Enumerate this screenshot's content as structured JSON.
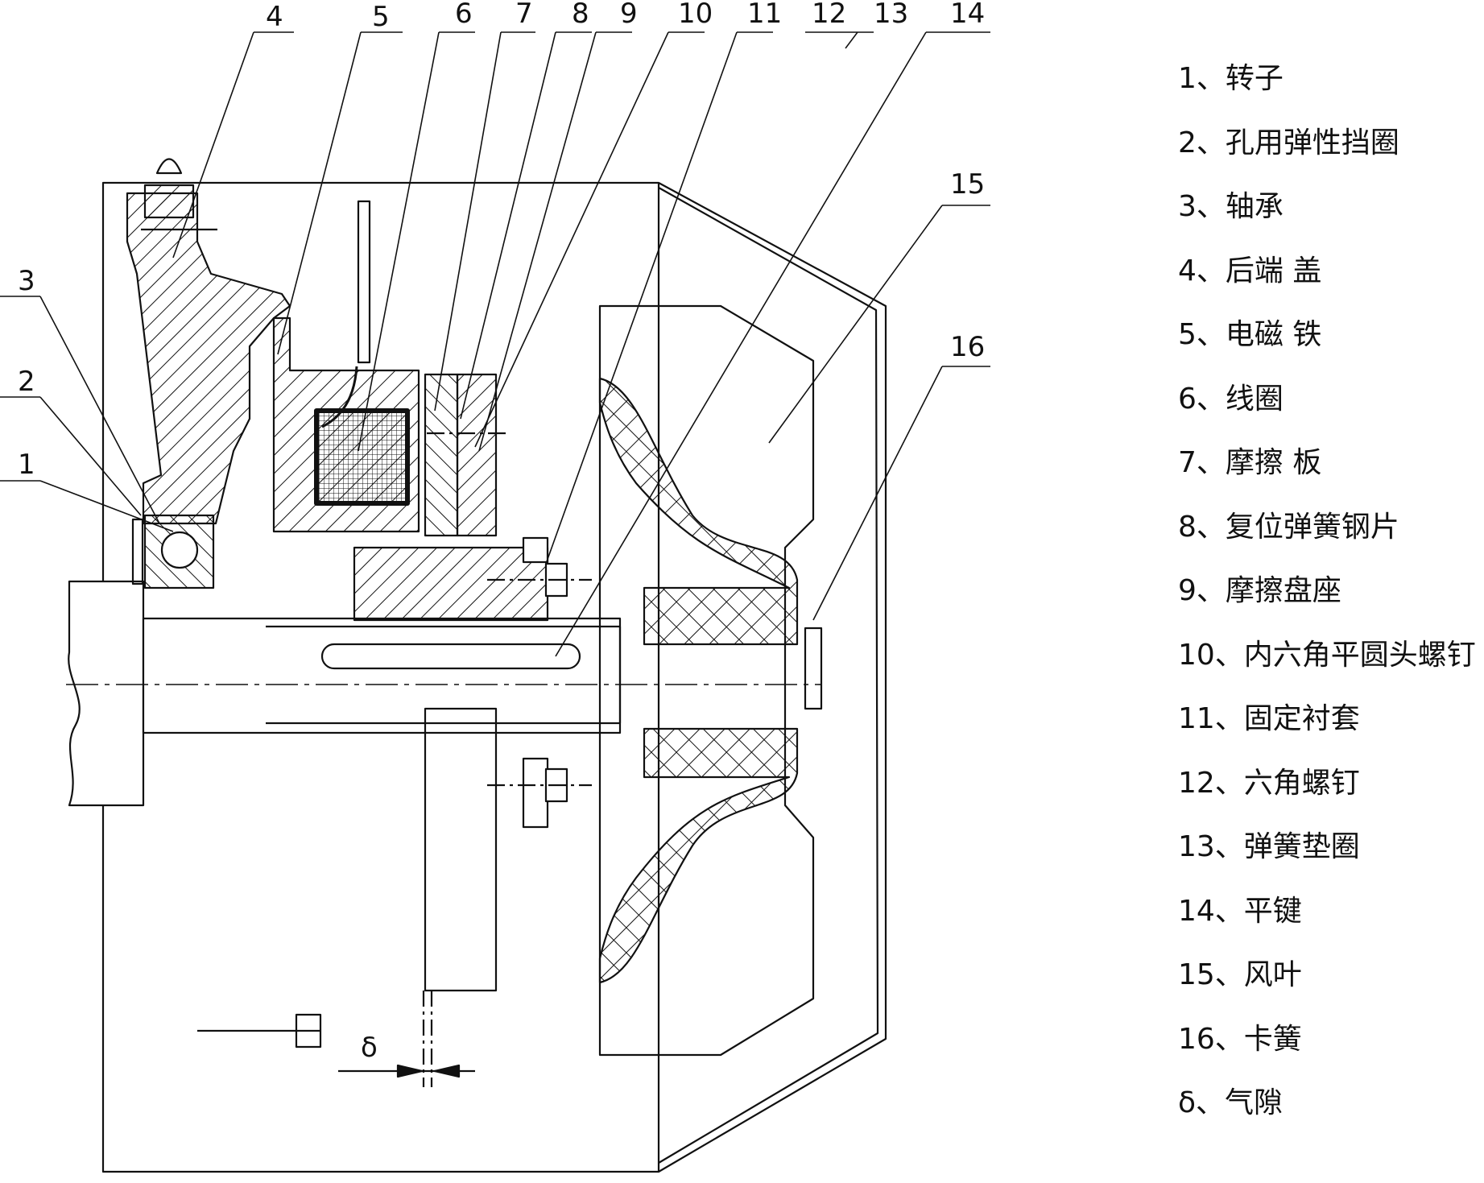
{
  "callouts": [
    "1",
    "2",
    "3",
    "4",
    "5",
    "6",
    "7",
    "8",
    "9",
    "10",
    "11",
    "12",
    "13",
    "14",
    "15",
    "16"
  ],
  "gap_symbol": "δ",
  "legend": [
    "1、转子",
    "2、孔用弹性挡圈",
    "3、轴承",
    "4、后端 盖",
    "5、电磁 铁",
    "6、线圈",
    "7、摩擦 板",
    "8、复位弹簧钢片",
    "9、摩擦盘座",
    "10、内六角平圆头螺钉",
    "11、固定衬套",
    "12、六角螺钉",
    "13、弹簧垫圈",
    "14、平键",
    "15、风叶",
    "16、卡簧",
    "δ、气隙"
  ],
  "colors": {
    "line": "#111111",
    "background": "#ffffff"
  }
}
